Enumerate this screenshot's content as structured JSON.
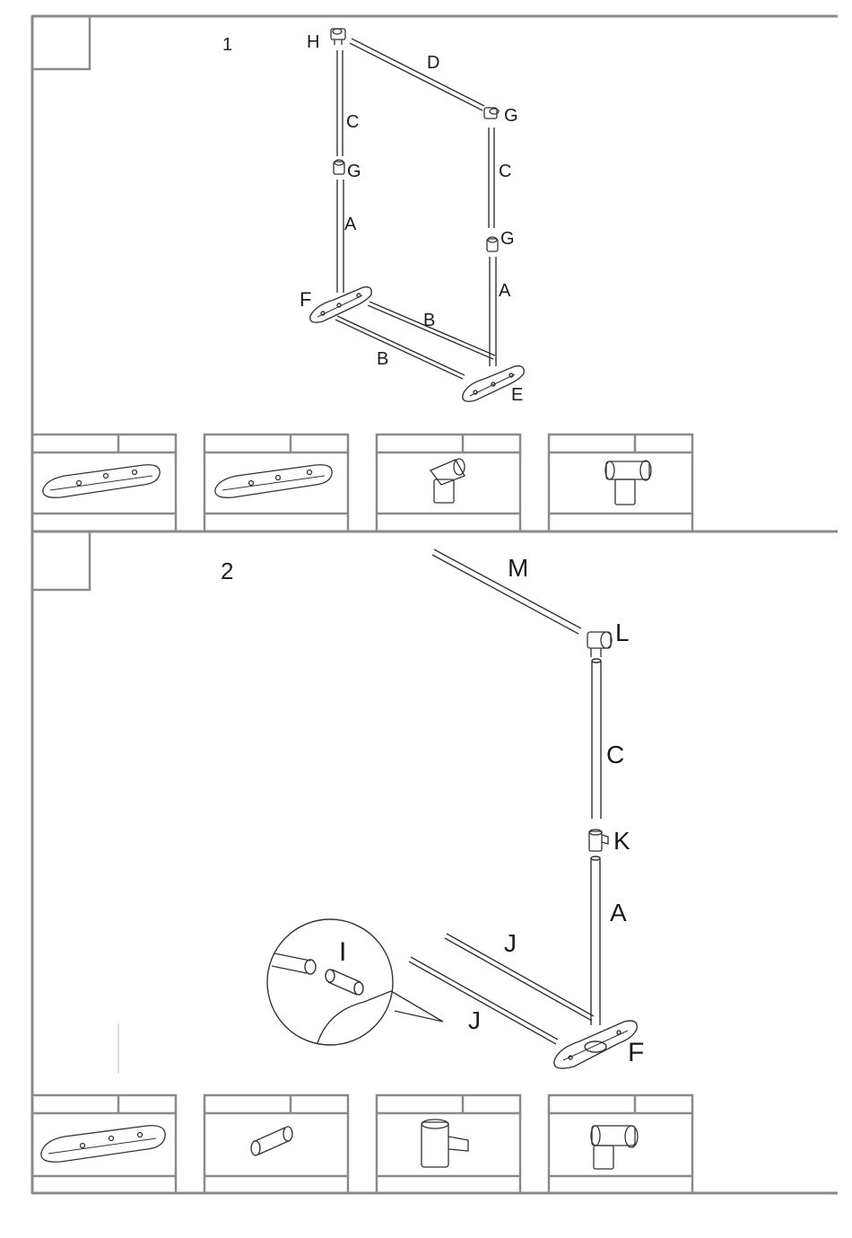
{
  "colors": {
    "frame": "#8a8a8a",
    "line": "#333333",
    "paper": "#ffffff"
  },
  "steps": [
    {
      "number": "1",
      "labels": {
        "H": "H",
        "D": "D",
        "G_top_right": "G",
        "C_left": "C",
        "G_left": "G",
        "C_right": "C",
        "A_left": "A",
        "G_right": "G",
        "A_right": "A",
        "F": "F",
        "B_back": "B",
        "B_front": "B",
        "E": "E"
      },
      "parts_table": [
        {
          "part": "base-foot-left",
          "icon": "base-foot-icon"
        },
        {
          "part": "base-foot-right",
          "icon": "base-foot-icon"
        },
        {
          "part": "elbow-connector",
          "icon": "elbow-connector-icon"
        },
        {
          "part": "tee-connector",
          "icon": "tee-connector-icon"
        }
      ]
    },
    {
      "number": "2",
      "labels": {
        "M": "M",
        "L": "L",
        "C": "C",
        "K": "K",
        "A": "A",
        "J_back": "J",
        "J_front": "J",
        "I": "I",
        "F": "F"
      },
      "parts_table": [
        {
          "part": "base-foot",
          "icon": "base-foot-icon"
        },
        {
          "part": "tube-connector",
          "icon": "tube-connector-icon"
        },
        {
          "part": "sleeve-connector",
          "icon": "sleeve-connector-icon"
        },
        {
          "part": "tee-connector",
          "icon": "tee-connector-icon"
        }
      ]
    }
  ]
}
